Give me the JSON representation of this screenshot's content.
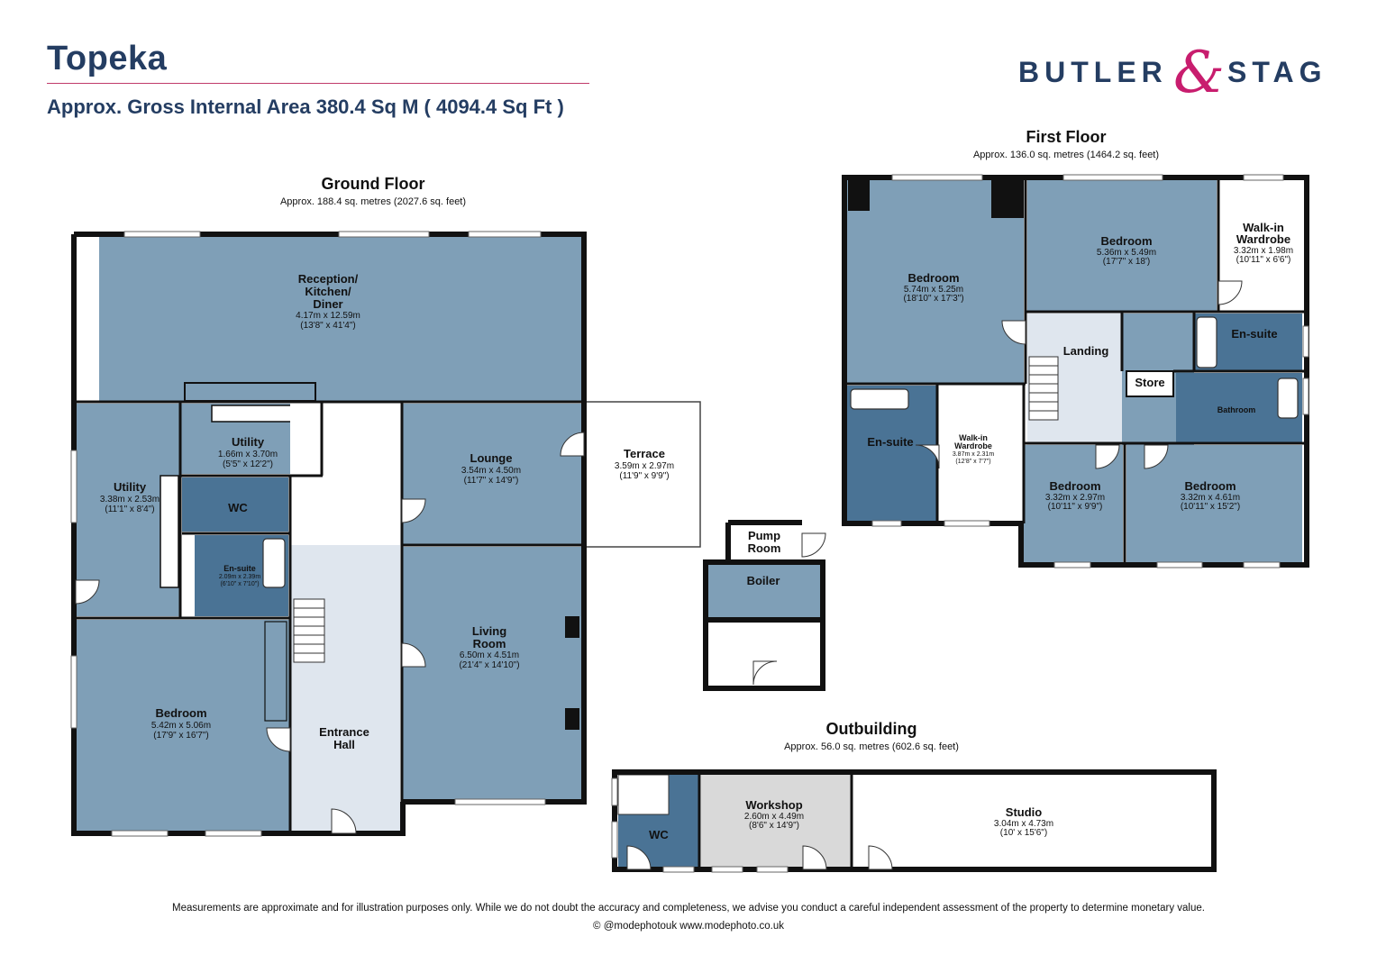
{
  "header": {
    "title": "Topeka",
    "gross_area": "Approx. Gross Internal  Area 380.4 Sq M ( 4094.4 Sq Ft )"
  },
  "logo": {
    "word1": "BUTLER",
    "ampersand": "&",
    "word2": "STAG",
    "colors": {
      "text": "#243d62",
      "ampersand": "#c81d6e"
    }
  },
  "colors": {
    "room_fill": "#7f9fb7",
    "wet_room_fill": "#4a7395",
    "circulation_fill": "#dfe6ee",
    "workshop_fill": "#d9d9d9",
    "wall": "#111111",
    "accent_rule": "#c03a6a"
  },
  "floors": {
    "ground": {
      "title": "Ground Floor",
      "area": "Approx. 188.4 sq. metres (2027.6 sq. feet)",
      "rooms": {
        "reception": {
          "name_lines": [
            "Reception/",
            "Kitchen/",
            "Diner"
          ],
          "metric": "4.17m x 12.59m",
          "imperial": "(13'8\" x 41'4\")"
        },
        "utility_small": {
          "name": "Utility",
          "metric": "1.66m x 3.70m",
          "imperial": "(5'5\" x 12'2\")"
        },
        "utility_large": {
          "name": "Utility",
          "metric": "3.38m x 2.53m",
          "imperial": "(11'1\" x 8'4\")"
        },
        "wc": {
          "name": "WC"
        },
        "ensuite": {
          "name": "En-suite",
          "metric": "2.09m x 2.39m",
          "imperial": "(6'10\" x 7'10\")"
        },
        "lounge": {
          "name": "Lounge",
          "metric": "3.54m x 4.50m",
          "imperial": "(11'7\" x 14'9\")"
        },
        "terrace": {
          "name": "Terrace",
          "metric": "3.59m x 2.97m",
          "imperial": "(11'9\" x 9'9\")"
        },
        "living": {
          "name_lines": [
            "Living",
            "Room"
          ],
          "metric": "6.50m x 4.51m",
          "imperial": "(21'4\" x 14'10\")"
        },
        "bedroom": {
          "name": "Bedroom",
          "metric": "5.42m x 5.06m",
          "imperial": "(17'9\" x 16'7\")"
        },
        "hall": {
          "name_lines": [
            "Entrance",
            "Hall"
          ]
        }
      }
    },
    "first": {
      "title": "First Floor",
      "area": "Approx. 136.0 sq. metres (1464.2 sq. feet)",
      "rooms": {
        "bedroom1": {
          "name": "Bedroom",
          "metric": "5.74m x 5.25m",
          "imperial": "(18'10\" x 17'3\")"
        },
        "bedroom2": {
          "name": "Bedroom",
          "metric": "5.36m x 5.49m",
          "imperial": "(17'7\" x 18')"
        },
        "walkin1": {
          "name_lines": [
            "Walk-in",
            "Wardrobe"
          ],
          "metric": "3.32m x 1.98m",
          "imperial": "(10'11\" x 6'6\")"
        },
        "landing": {
          "name": "Landing"
        },
        "ensuite1": {
          "name": "En-suite"
        },
        "store": {
          "name": "Store"
        },
        "bathroom": {
          "name": "Bathroom"
        },
        "ensuite2": {
          "name": "En-suite"
        },
        "walkin2": {
          "name_lines": [
            "Walk-in",
            "Wardrobe"
          ],
          "metric": "3.87m x 2.31m",
          "imperial": "(12'8\" x 7'7\")"
        },
        "bedroom3": {
          "name": "Bedroom",
          "metric": "3.32m x 2.97m",
          "imperial": "(10'11\" x 9'9\")"
        },
        "bedroom4": {
          "name": "Bedroom",
          "metric": "3.32m x 4.61m",
          "imperial": "(10'11\" x 15'2\")"
        }
      }
    },
    "annex": {
      "pump": {
        "name_lines": [
          "Pump",
          "Room"
        ]
      },
      "boiler": {
        "name": "Boiler"
      }
    },
    "outbuilding": {
      "title": "Outbuilding",
      "area": "Approx. 56.0 sq. metres (602.6 sq. feet)",
      "rooms": {
        "wc": {
          "name": "WC"
        },
        "workshop": {
          "name": "Workshop",
          "metric": "2.60m x 4.49m",
          "imperial": "(8'6\" x 14'9\")"
        },
        "studio": {
          "name": "Studio",
          "metric": "3.04m x 4.73m",
          "imperial": "(10' x 15'6\")"
        }
      }
    }
  },
  "footer": {
    "disclaimer": "Measurements are approximate and for illustration purposes only.  While we do not doubt the accuracy and completeness, we advise you conduct a careful independent assessment of the property to determine monetary value.",
    "copyright": "© @modephotouk www.modephoto.co.uk"
  }
}
